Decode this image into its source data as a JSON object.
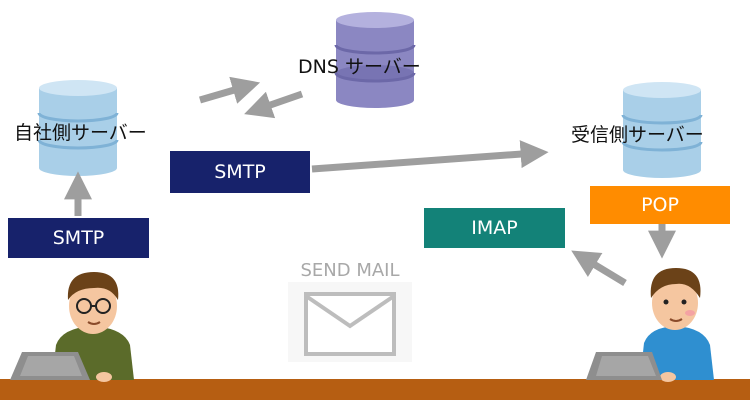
{
  "labels": {
    "dns_server": "DNS サーバー",
    "own_server": "自社側サーバー",
    "recv_server": "受信側サーバー",
    "send_mail": "SEND MAIL"
  },
  "protocols": {
    "smtp_sender": "SMTP",
    "smtp_relay": "SMTP",
    "imap": "IMAP",
    "pop": "POP"
  },
  "colors": {
    "smtp": "#17226b",
    "imap": "#138278",
    "pop": "#ff8c00",
    "arrow": "#9e9e9e",
    "dns_db": "#8b87c2",
    "server_db": "#a9cfe8",
    "desk": "#b65e12"
  }
}
